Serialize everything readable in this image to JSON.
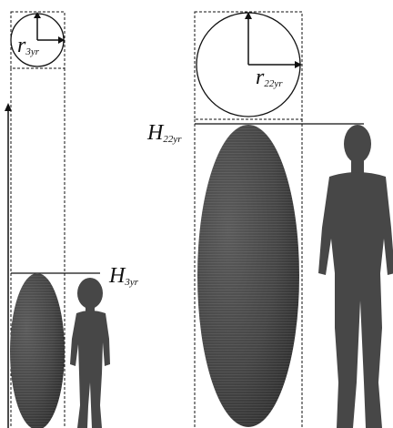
{
  "labels": {
    "r_child": {
      "main": "r",
      "sub": "3yr"
    },
    "r_adult": {
      "main": "r",
      "sub": "22yr"
    },
    "h_child": {
      "main": "H",
      "sub": "3yr"
    },
    "h_adult": {
      "main": "H",
      "sub": "22yr"
    }
  },
  "colors": {
    "body_fill": "#4a4a4a",
    "body_dark": "#2e2e2e",
    "line": "#111111"
  }
}
